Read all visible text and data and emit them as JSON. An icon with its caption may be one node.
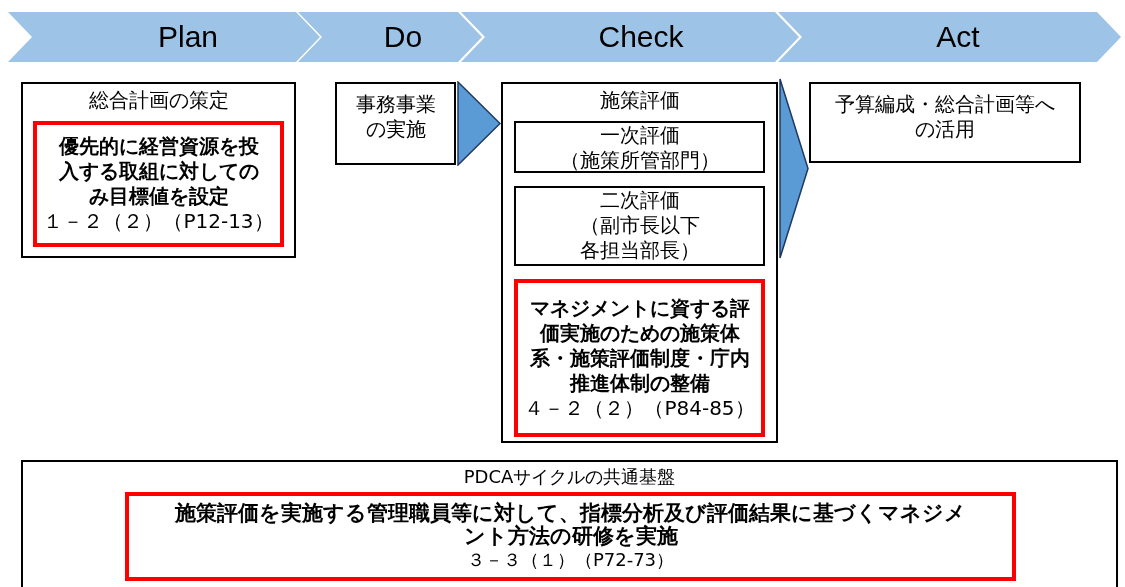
{
  "diagram": {
    "nodes": [
      {
        "text": [
          "Plan"
        ]
      },
      {
        "text": [
          "Do"
        ]
      },
      {
        "text": [
          "Check"
        ]
      },
      {
        "text": [
          "Act"
        ]
      },
      {
        "text": [
          "総合計画の策定"
        ]
      },
      {
        "text": [
          "優先的に経営資源を投入する取組に対してのみ目標値を設定",
          "１－２（２）（P12-13）"
        ],
        "in": 4
      },
      {
        "text": [
          "事務事業の実施"
        ]
      },
      {
        "text": [
          "施策評価"
        ]
      },
      {
        "text": [
          "一次評価",
          "（施策所管部門）"
        ],
        "in": 7
      },
      {
        "text": [
          "二次評価",
          "（副市長以下各担当部長）"
        ],
        "in": 7
      },
      {
        "text": [
          "マネジメントに資する評価実施のための施策体系・施策評価制度・庁内推進体制の整備",
          "４－２（２）（P84-85）"
        ],
        "in": 7
      },
      {
        "text": [
          "予算編成・総合計画等への活用"
        ]
      },
      {
        "text": [
          "PDCAサイクルの共通基盤"
        ]
      },
      {
        "text": [
          "施策評価を実施する管理職員等に対して、指標分析及び評価結果に基づくマネジメント方法の研修を実施",
          "３－３（１）（P72-73）"
        ],
        "in": 12
      }
    ],
    "edges": [
      {
        "from": 6,
        "to": 7,
        "arrow": "to"
      },
      {
        "from": 7,
        "to": 11,
        "arrow": "to"
      }
    ]
  }
}
